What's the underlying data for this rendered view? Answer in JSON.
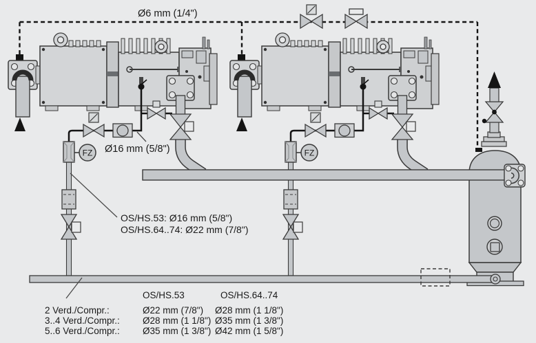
{
  "diagram_title": "twin-screw-compressor-oil-piping-diagram",
  "colors": {
    "background": "#e9eaeb",
    "pipe_fill": "#c4c7ca",
    "body_fill": "#d3d5d7",
    "outline": "#3a3a3a",
    "line_black": "#141414",
    "text": "#1a1a1a"
  },
  "labels": {
    "vent_line_size": "Ø6 mm (1/4\")",
    "oil_line_size": "Ø16 mm (5/8\")",
    "riser_note_line1": "OS/HS.53: Ø16 mm (5/8\")",
    "riser_note_line2": "OS/HS.64..74: Ø22 mm (7/8\")",
    "flow_switch_left": "FZ",
    "flow_switch_right": "FZ"
  },
  "table": {
    "col_headers": [
      "OS/HS.53",
      "OS/HS.64..74"
    ],
    "rows": [
      {
        "label": "2 Verd./Compr.:",
        "os_hs_53": "Ø22 mm (7/8\")",
        "os_hs_64_74": "Ø28 mm (1 1/8\")"
      },
      {
        "label": "3..4 Verd./Compr.:",
        "os_hs_53": "Ø28 mm (1 1/8\")",
        "os_hs_64_74": "Ø35 mm (1 3/8\")"
      },
      {
        "label": "5..6 Verd./Compr.:",
        "os_hs_53": "Ø35 mm (1 3/8\")",
        "os_hs_64_74": "Ø42 mm (1 5/8\")"
      }
    ]
  }
}
